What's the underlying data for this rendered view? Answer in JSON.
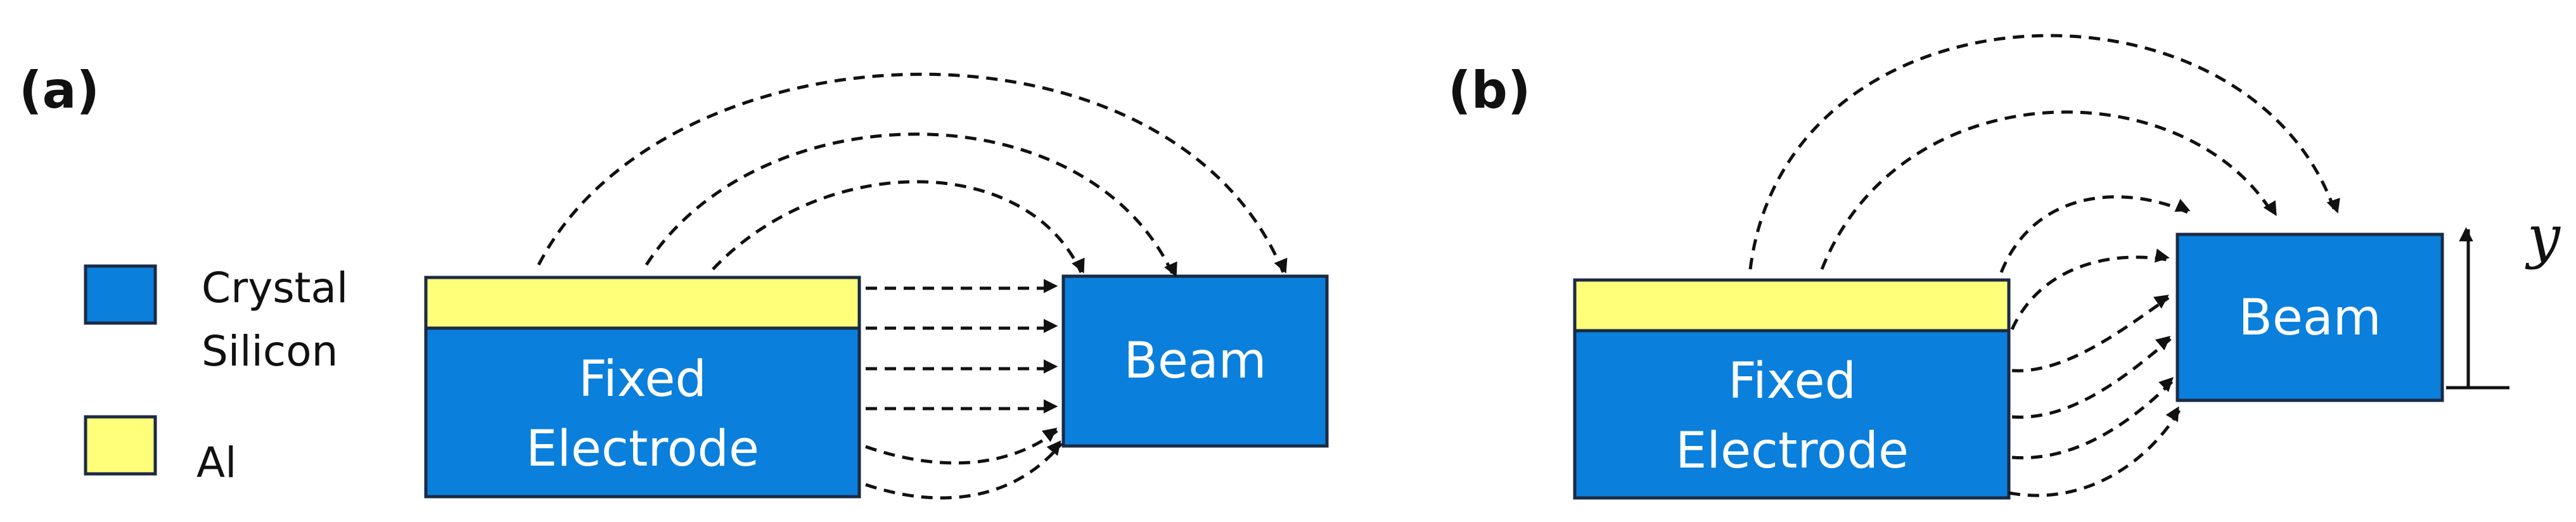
{
  "panels": {
    "a": {
      "label": "(a)"
    },
    "b": {
      "label": "(b)"
    }
  },
  "legend": {
    "silicon_line1": "Crystal",
    "silicon_line2": "Silicon",
    "aluminum": "Al"
  },
  "boxes": {
    "fixed_line1": "Fixed",
    "fixed_line2": "Electrode",
    "beam": "Beam"
  },
  "axis": {
    "label": "y"
  },
  "colors": {
    "silicon": "#0a7fdc",
    "aluminum": "#ffff7a",
    "line": "#111111",
    "text_on_box": "#ffffff"
  }
}
